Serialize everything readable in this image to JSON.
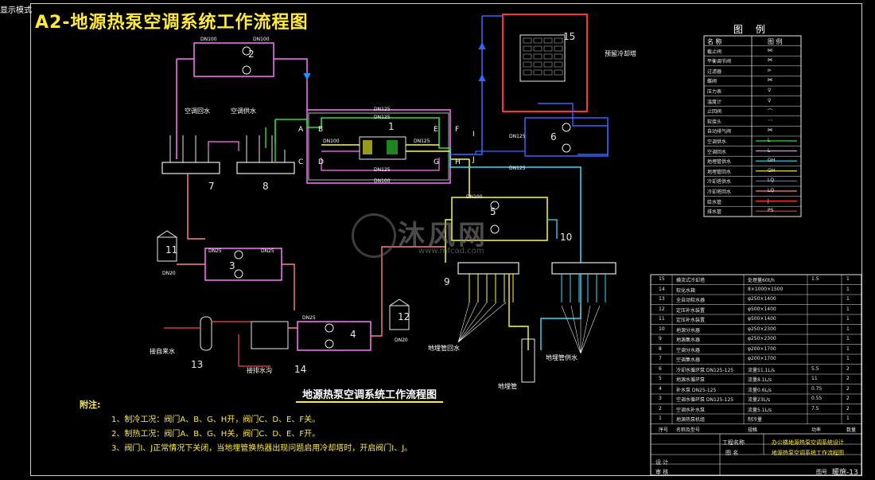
{
  "title": "A2-地源热泵空调系统工作流程图",
  "corner_label": "显示模式",
  "subtitle": "地源热泵空调系统工作流程图",
  "notes": {
    "heading": "附注:",
    "items": [
      "1、制冷工况：阀门A、B、G、H开，阀门C、D、E、F关。",
      "2、制热工况：阀门A、B、G、H关，阀门C、D、E、F开。",
      "3、阀门I、J正常情况下关闭，当地埋管换热器出现问题启用冷却塔时，开启阀门I、J。"
    ]
  },
  "labels": {
    "return_ac": "空调回水",
    "supply_ac": "空调供水",
    "tower_label": "预留冷却塔",
    "tap_water": "接自来水",
    "drain": "接排水沟",
    "ground_return": "地埋管回水",
    "ground_supply": "地埋管供水",
    "ground_pipe": "地埋管",
    "dn": [
      "DN100",
      "DN100",
      "DN125",
      "DN125",
      "DN100",
      "DN125",
      "DN125",
      "DN100",
      "DN125",
      "DN25",
      "DN20",
      "DN25",
      "DN20",
      "DN125",
      "DN100",
      "DN25"
    ],
    "valves": [
      "A",
      "B",
      "C",
      "D",
      "E",
      "F",
      "G",
      "H",
      "I",
      "J"
    ],
    "equipment_numbers": [
      "1",
      "2",
      "3",
      "4",
      "5",
      "6",
      "7",
      "8",
      "9",
      "10",
      "11",
      "12",
      "13",
      "14",
      "15"
    ]
  },
  "legend": {
    "title": "图 例",
    "headers": [
      "名 称",
      "图 例"
    ],
    "rows": [
      {
        "name": "截止阀",
        "symbol": "⋈"
      },
      {
        "name": "平衡调节阀",
        "symbol": "⋈"
      },
      {
        "name": "过滤器",
        "symbol": "⊳"
      },
      {
        "name": "蝶阀",
        "symbol": "⋈"
      },
      {
        "name": "压力表",
        "symbol": "♀"
      },
      {
        "name": "温度计",
        "symbol": "♀"
      },
      {
        "name": "止回阀",
        "symbol": "⌒"
      },
      {
        "name": "软接头",
        "symbol": "◦◦"
      },
      {
        "name": "自动排气阀",
        "symbol": "⋈"
      },
      {
        "name": "空调供水",
        "symbol": "L"
      },
      {
        "name": "空调回水",
        "symbol": "L"
      },
      {
        "name": "地埋管供水",
        "symbol": "GH"
      },
      {
        "name": "地埋管回水",
        "symbol": "GH"
      },
      {
        "name": "冷却塔供水",
        "symbol": "LQ"
      },
      {
        "name": "冷却塔回水",
        "symbol": "LQ"
      },
      {
        "name": "给水管",
        "symbol": "J"
      },
      {
        "name": "排水管",
        "symbol": "PS"
      }
    ]
  },
  "parts": {
    "rows": [
      {
        "no": "15",
        "name": "横流式冷却塔",
        "spec": "处理量60t/h",
        "qty1": "1.5",
        "qty2": "1"
      },
      {
        "no": "14",
        "name": "软化水箱",
        "spec": "8×1000×1500",
        "qty1": "",
        "qty2": "1"
      },
      {
        "no": "13",
        "name": "全自动软水器",
        "spec": "φ250×1400",
        "qty1": "",
        "qty2": "1"
      },
      {
        "no": "12",
        "name": "定压补水装置",
        "spec": "φ500×1400",
        "qty1": "",
        "qty2": "1"
      },
      {
        "no": "11",
        "name": "定压补水装置",
        "spec": "φ500×1400",
        "qty1": "",
        "qty2": "1"
      },
      {
        "no": "10",
        "name": "地源分水器",
        "spec": "φ250×2300",
        "qty1": "",
        "qty2": "1"
      },
      {
        "no": "9",
        "name": "地源集水器",
        "spec": "φ250×2300",
        "qty1": "",
        "qty2": "1"
      },
      {
        "no": "8",
        "name": "空调分水器",
        "spec": "φ200×1700",
        "qty1": "",
        "qty2": "1"
      },
      {
        "no": "7",
        "name": "空调集水器",
        "spec": "φ200×1700",
        "qty1": "",
        "qty2": "1"
      },
      {
        "no": "6",
        "name": "冷却水循环泵 DN125-125",
        "spec": "流量51.1L/s",
        "qty1": "5.5",
        "qty2": "2"
      },
      {
        "no": "5",
        "name": "地源水循环泵",
        "spec": "流量8.1L/s",
        "qty1": "11",
        "qty2": "2"
      },
      {
        "no": "4",
        "name": "补水泵 DN25-125",
        "spec": "流量0.6L/s",
        "qty1": "0.75",
        "qty2": "2"
      },
      {
        "no": "3",
        "name": "空调水循环泵 DN125-125",
        "spec": "流量23L/s",
        "qty1": "0.55",
        "qty2": "2"
      },
      {
        "no": "2",
        "name": "空调水补水泵",
        "spec": "流量5.1L/s",
        "qty1": "7.5",
        "qty2": "2"
      },
      {
        "no": "1",
        "name": "地源热泵机组",
        "spec": "制冷量",
        "qty1": "",
        "qty2": "1"
      }
    ],
    "header": {
      "no": "序号",
      "name": "名称及型号",
      "spec": "规格",
      "qty1": "功率",
      "qty2": "数量"
    }
  },
  "title_block": {
    "project_label": "工程名称",
    "project_value": "办公楼地源热泵空调系统设计",
    "drawing_label": "图 名",
    "drawing_value": "地源热泵空调系统工作流程图",
    "design_label": "设 计",
    "check_label": "审 核",
    "number_label": "图号",
    "number_value": "暖施-13"
  },
  "watermark": {
    "brand": "沐风网",
    "url": "www.mfcad.com"
  },
  "colors": {
    "background": "#000000",
    "title": "#ffeb3b",
    "supply_ac": "#33dd33",
    "return_ac": "#ff77ff",
    "ground_supply": "#33e0ff",
    "ground_return": "#ffff33",
    "tower": "#3366ff",
    "red": "#ff3333",
    "salmon": "#ff8080",
    "white": "#e8e8e8"
  }
}
